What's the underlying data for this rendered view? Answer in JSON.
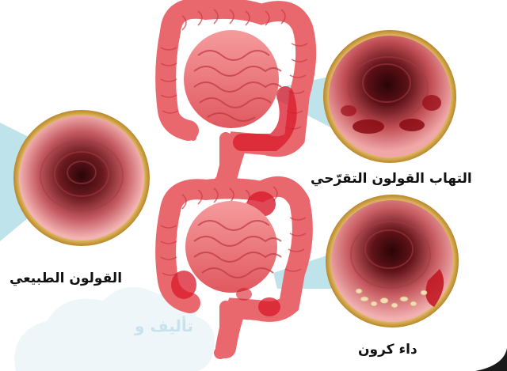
{
  "labels": {
    "ulcerative_colitis": "التهاب القولون التقرّحي",
    "normal_colon": "القولون الطبيعي",
    "crohns_disease": "داء كرون",
    "watermark": "تأليف و"
  },
  "colors": {
    "tissue_light": "#f7a9a9",
    "tissue_mid": "#ea6f72",
    "tissue_dark": "#c9303a",
    "lumen": "#4a0e12",
    "ring_gold": "#c9962f",
    "connector_teal": "#bfe3ea",
    "inflamed": "#d81a2a"
  },
  "icons": [
    "colon-upper-illustration",
    "colon-lower-illustration",
    "normal-colon-lumen",
    "ulcerative-colitis-lumen",
    "crohns-lumen"
  ]
}
